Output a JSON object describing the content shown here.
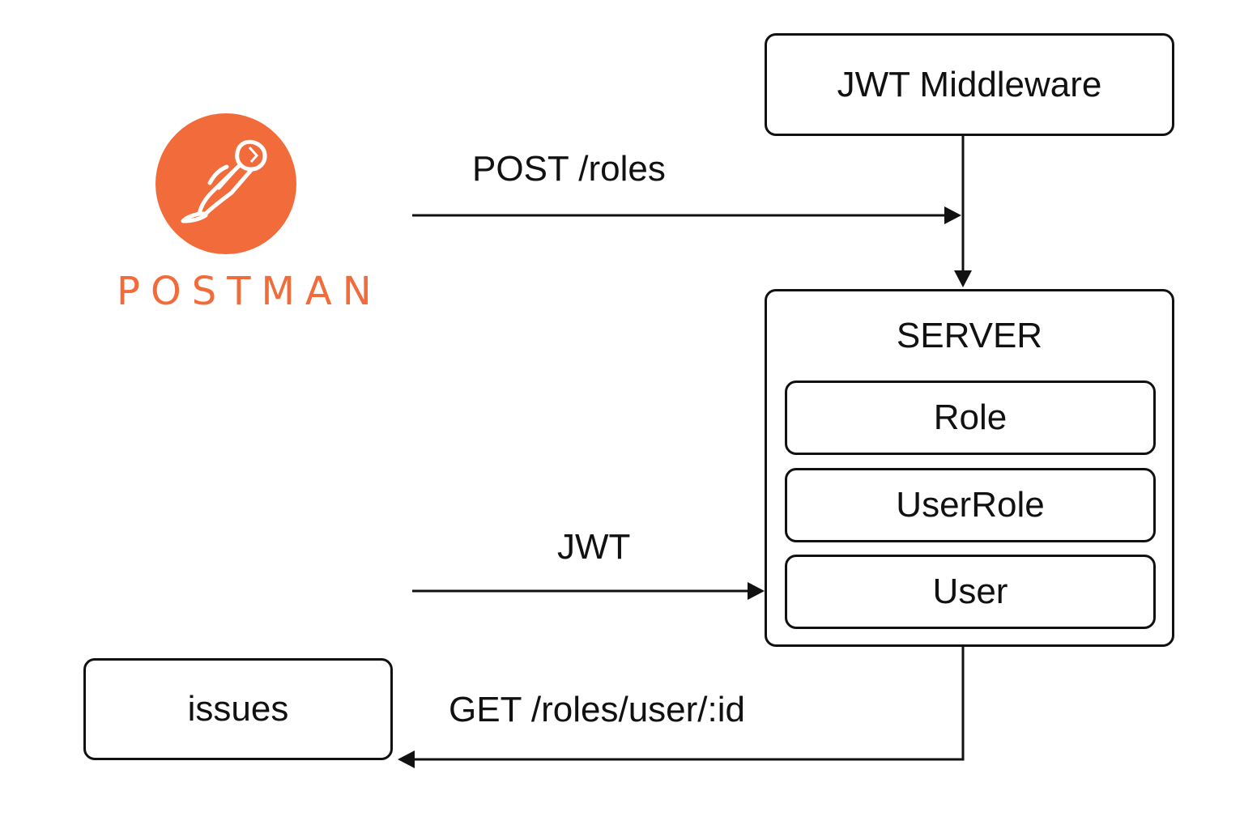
{
  "logo": {
    "icon": "postman-rocket-icon",
    "wordmark": "POSTMAN",
    "color": "#f26b3a"
  },
  "nodes": {
    "jwt_middleware": "JWT Middleware",
    "server": {
      "title": "SERVER",
      "entities": [
        "Role",
        "UserRole",
        "User"
      ]
    },
    "issues": "issues"
  },
  "edges": {
    "post_roles": "POST /roles",
    "jwt": "JWT",
    "get_roles_user": "GET /roles/user/:id"
  },
  "colors": {
    "line": "#111111",
    "accent": "#f26b3a"
  }
}
